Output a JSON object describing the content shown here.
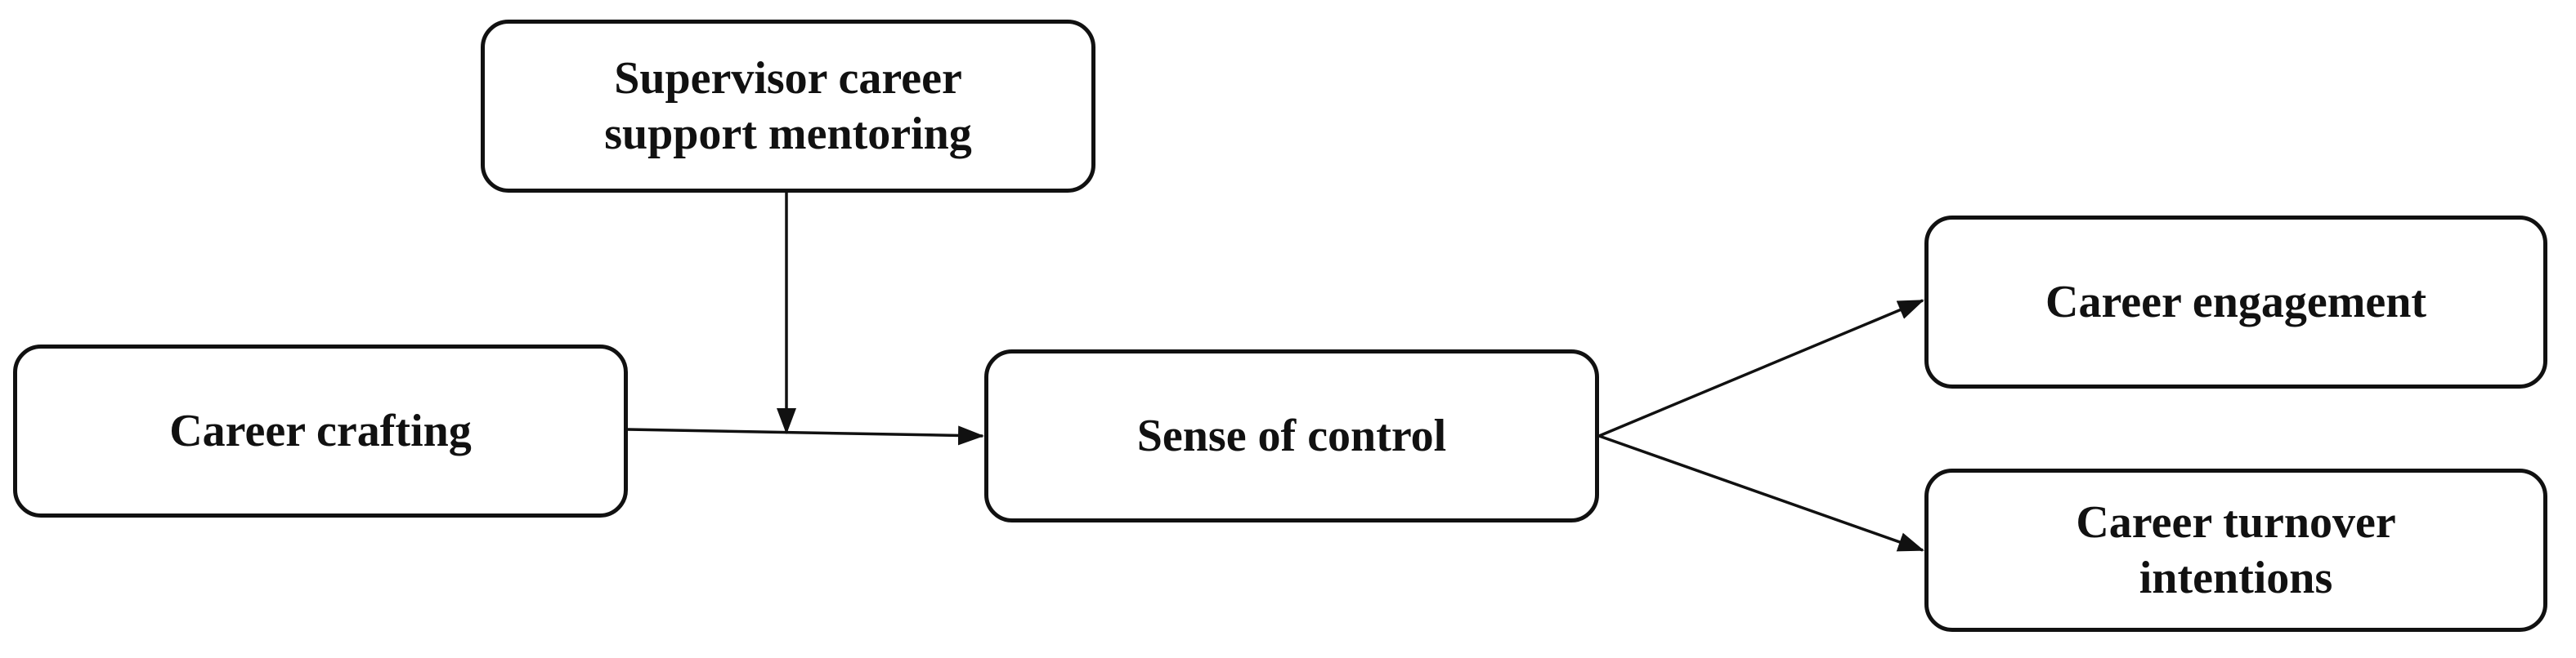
{
  "nodes": {
    "supervisor": {
      "lines": [
        "Supervisor career",
        "support mentoring"
      ]
    },
    "crafting": {
      "lines": [
        "Career crafting"
      ]
    },
    "control": {
      "lines": [
        "Sense of control"
      ]
    },
    "engagement": {
      "lines": [
        "Career engagement"
      ]
    },
    "turnover": {
      "lines": [
        "Career turnover",
        "intentions"
      ]
    }
  },
  "edges": [
    {
      "from": "crafting",
      "to": "control"
    },
    {
      "from": "supervisor",
      "to": "crafting-control-path",
      "kind": "moderation"
    },
    {
      "from": "control",
      "to": "engagement"
    },
    {
      "from": "control",
      "to": "turnover"
    }
  ]
}
